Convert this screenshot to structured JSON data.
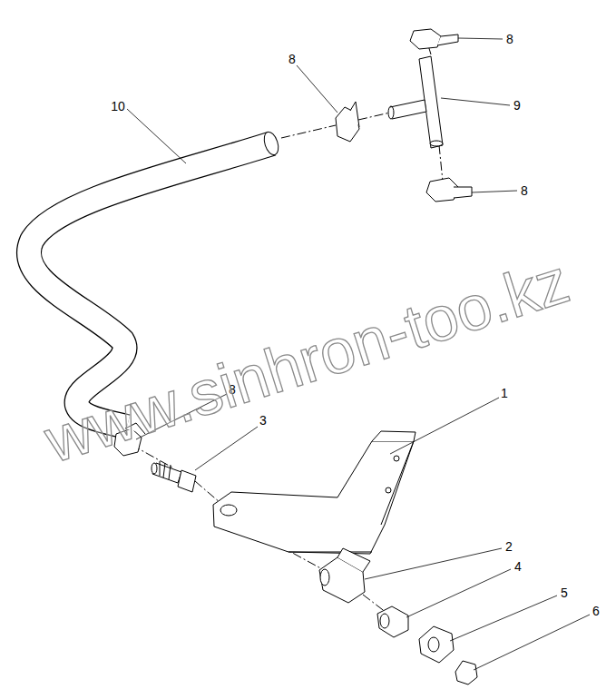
{
  "diagram": {
    "labels": [
      "8",
      "8",
      "10",
      "9",
      "8",
      "1",
      "8",
      "3",
      "2",
      "4",
      "5",
      "6",
      "www.sinhron-too.kz"
    ]
  }
}
